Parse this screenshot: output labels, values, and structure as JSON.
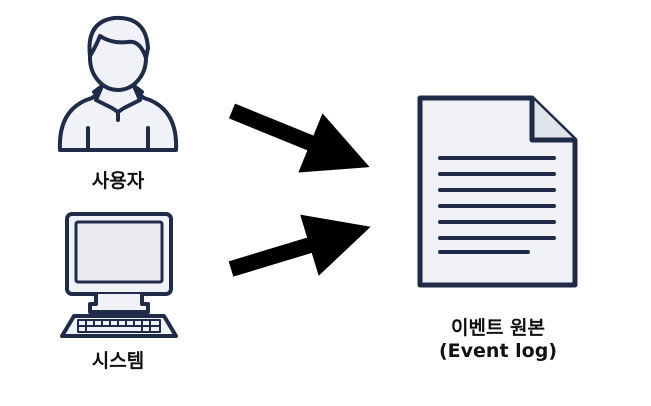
{
  "nodes": {
    "user": {
      "label": "사용자"
    },
    "system": {
      "label": "시스템"
    },
    "event_log": {
      "label": "이벤트 원본",
      "sublabel": "(Event log)"
    }
  },
  "colors": {
    "stroke": "#1f2b47",
    "fill": "#f0f2f7",
    "arrow": "#000000"
  }
}
